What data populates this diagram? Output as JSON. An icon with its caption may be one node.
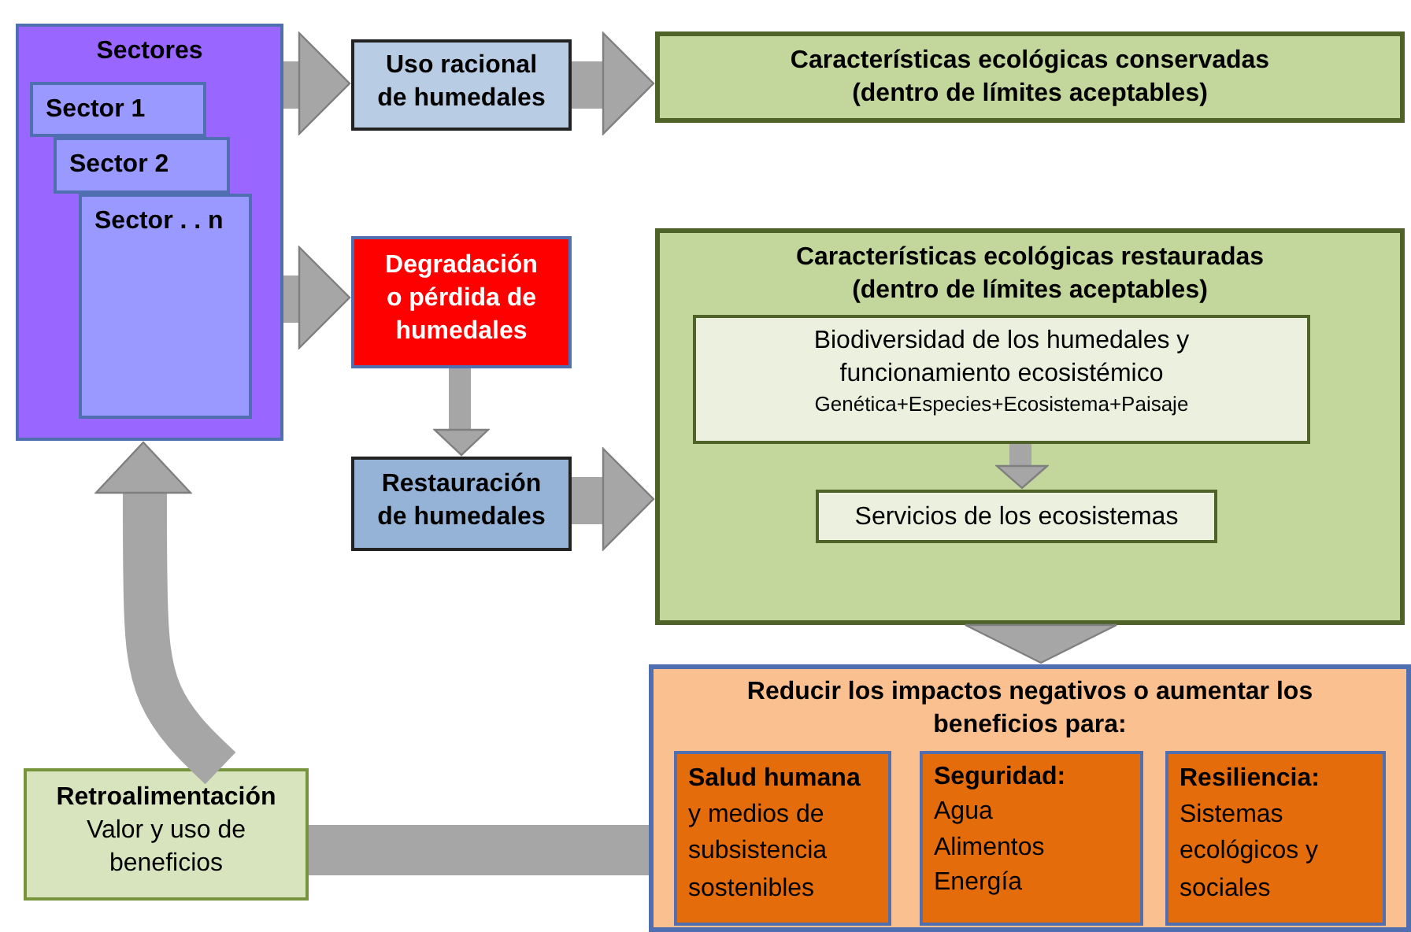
{
  "diagram": {
    "nodes": [
      {
        "text": [
          "Sectores"
        ]
      },
      {
        "text": [
          "Sector 1"
        ],
        "in": 0
      },
      {
        "text": [
          "Sector 2"
        ],
        "in": 0
      },
      {
        "text": [
          "Sector . . n"
        ],
        "in": 0
      },
      {
        "text": [
          "Uso racional de humedales"
        ]
      },
      {
        "text": [
          "Características ecológicas conservadas (dentro de límites aceptables)"
        ]
      },
      {
        "text": [
          "Degradación o pérdida de humedales"
        ]
      },
      {
        "text": [
          "Características ecológicas restauradas (dentro de límites aceptables)"
        ]
      },
      {
        "text": [
          "Biodiversidad de los humedales y funcionamiento ecosistémico",
          "Genética+Especies+Ecosistema+Paisaje"
        ],
        "in": 7
      },
      {
        "text": [
          "Servicios de los ecosistemas"
        ],
        "in": 7
      },
      {
        "text": [
          "Restauración de humedales"
        ]
      },
      {
        "text": [
          "Reducir los impactos negativos o aumentar los beneficios para:"
        ]
      },
      {
        "text": [
          "**Salud humana** y medios de subsistencia sostenibles"
        ],
        "in": 11
      },
      {
        "text": [
          "Seguridad:",
          "Agua",
          "Alimentos",
          "Energía"
        ],
        "in": 11
      },
      {
        "text": [
          "Resiliencia:",
          "Sistemas ecológicos y sociales"
        ],
        "in": 11
      },
      {
        "text": [
          "Retroalimentación",
          "Valor y uso de beneficios"
        ]
      }
    ],
    "edges": [
      {
        "from": 0,
        "to": 4,
        "arrow": "to"
      },
      {
        "from": 4,
        "to": 5,
        "arrow": "to"
      },
      {
        "from": 0,
        "to": 6,
        "arrow": "to"
      },
      {
        "from": 6,
        "to": 10,
        "arrow": "to"
      },
      {
        "from": 10,
        "to": 7,
        "arrow": "to"
      },
      {
        "from": 8,
        "to": 9,
        "arrow": "to"
      },
      {
        "from": 7,
        "to": 11,
        "arrow": "to"
      },
      {
        "from": 11,
        "to": 15,
        "arrow": "none"
      },
      {
        "from": 15,
        "to": 0,
        "arrow": "to"
      }
    ]
  }
}
